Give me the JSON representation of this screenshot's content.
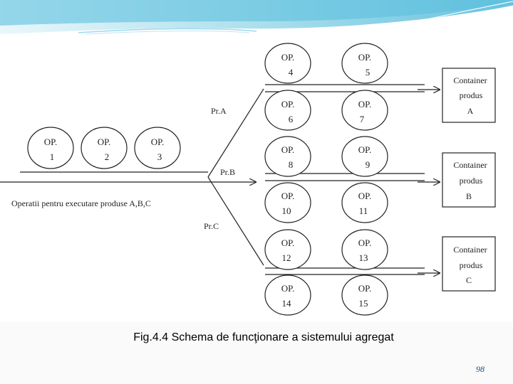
{
  "diagram": {
    "operations": [
      {
        "id": "op-1",
        "label": "OP.",
        "number": "1"
      },
      {
        "id": "op-2",
        "label": "OP.",
        "number": "2"
      },
      {
        "id": "op-3",
        "label": "OP.",
        "number": "3"
      },
      {
        "id": "op-4",
        "label": "OP.",
        "number": "4"
      },
      {
        "id": "op-5",
        "label": "OP.",
        "number": "5"
      },
      {
        "id": "op-6",
        "label": "OP.",
        "number": "6"
      },
      {
        "id": "op-7",
        "label": "OP.",
        "number": "7"
      },
      {
        "id": "op-8",
        "label": "OP.",
        "number": "8"
      },
      {
        "id": "op-9",
        "label": "OP.",
        "number": "9"
      },
      {
        "id": "op-10",
        "label": "OP.",
        "number": "10"
      },
      {
        "id": "op-11",
        "label": "OP.",
        "number": "11"
      },
      {
        "id": "op-12",
        "label": "OP.",
        "number": "12"
      },
      {
        "id": "op-13",
        "label": "OP.",
        "number": "13"
      },
      {
        "id": "op-14",
        "label": "OP.",
        "number": "14"
      },
      {
        "id": "op-15",
        "label": "OP.",
        "number": "15"
      }
    ],
    "main_line_label": "Operatii pentru executare produse A,B,C",
    "branches": [
      {
        "id": "pr-a",
        "label": "Pr.A"
      },
      {
        "id": "pr-b",
        "label": "Pr.B"
      },
      {
        "id": "pr-c",
        "label": "Pr.C"
      }
    ],
    "containers": [
      {
        "id": "container-a",
        "line1": "Container",
        "line2": "produs",
        "line3": "A"
      },
      {
        "id": "container-b",
        "line1": "Container",
        "line2": "produs",
        "line3": "B"
      },
      {
        "id": "container-c",
        "line1": "Container",
        "line2": "produs",
        "line3": "C"
      }
    ]
  },
  "caption": "Fig.4.4 Schema de funcţionare a sistemului agregat",
  "page_number": "98",
  "colors": {
    "wave": "#5bc0de",
    "wave_light": "#bfe6f2",
    "line": "#222222",
    "page_number": "#1f4e79"
  }
}
